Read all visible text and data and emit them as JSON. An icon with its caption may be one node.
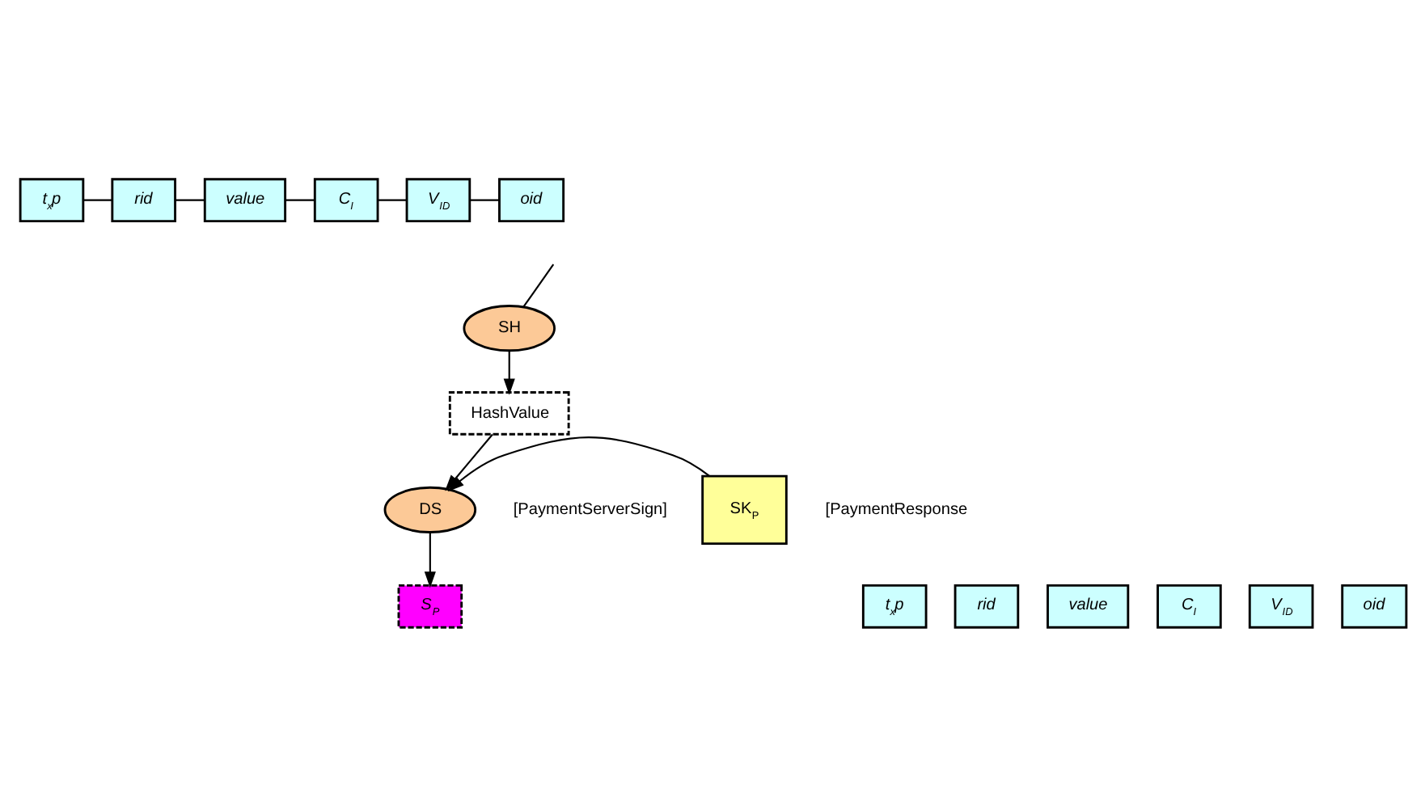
{
  "diagram": {
    "nodes": [
      {
        "text": [
          "t$_{x}$p"
        ]
      },
      {
        "text": [
          "rid"
        ]
      },
      {
        "text": [
          "value"
        ]
      },
      {
        "text": [
          "C$_{I}$"
        ]
      },
      {
        "text": [
          "V$_{ID}$"
        ]
      },
      {
        "text": [
          "oid"
        ]
      },
      {
        "text": [
          "SH"
        ]
      },
      {
        "text": [
          "HashValue"
        ]
      },
      {
        "text": [
          "DS"
        ]
      },
      {
        "text": [
          "SK$_{P}$"
        ]
      },
      {
        "text": [
          "t$_{x}$p"
        ]
      },
      {
        "text": [
          "rid"
        ]
      },
      {
        "text": [
          "value"
        ]
      },
      {
        "text": [
          "C$_{I}$"
        ]
      },
      {
        "text": [
          "V$_{ID}$"
        ]
      },
      {
        "text": [
          "oid"
        ]
      },
      {
        "text": [
          "S$_{P}$"
        ]
      }
    ],
    "edges": [
      {
        "from": 0,
        "to": 1,
        "arrow": "none"
      },
      {
        "from": 1,
        "to": 2,
        "arrow": "none"
      },
      {
        "from": 2,
        "to": 3,
        "arrow": "none"
      },
      {
        "from": 3,
        "to": 4,
        "arrow": "none"
      },
      {
        "from": 4,
        "to": 5,
        "arrow": "none"
      },
      {
        "from": null,
        "to": 6,
        "arrow": "none"
      },
      {
        "from": 6,
        "to": 7,
        "arrow": "to"
      },
      {
        "from": 7,
        "to": 8,
        "arrow": "to"
      },
      {
        "from": 9,
        "to": 8,
        "arrow": "to"
      },
      {
        "from": 8,
        "to": 16,
        "arrow": "to"
      }
    ],
    "labels": [
      "[PaymentServerSign]",
      "[PaymentResponse"
    ]
  }
}
